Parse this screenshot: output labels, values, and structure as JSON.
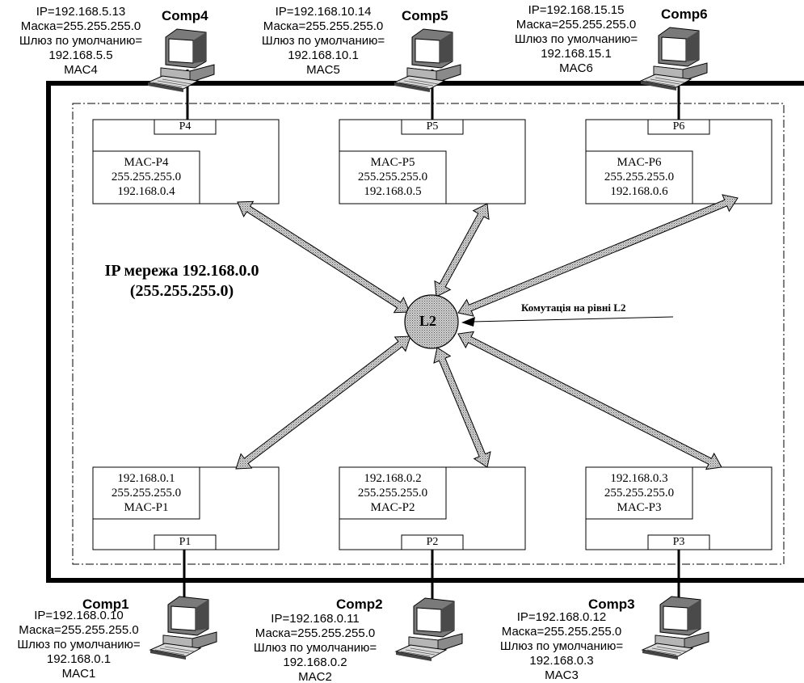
{
  "network": {
    "title_line1": "IP мережа 192.168.0.0",
    "title_line2": "(255.255.255.0)"
  },
  "hub": {
    "label": "L2",
    "callout": "Комутація на рівні L2"
  },
  "ports": {
    "p4": {
      "label": "P4",
      "lines": [
        "MAC-P4",
        "255.255.255.0",
        "192.168.0.4"
      ]
    },
    "p5": {
      "label": "P5",
      "lines": [
        "MAC-P5",
        "255.255.255.0",
        "192.168.0.5"
      ]
    },
    "p6": {
      "label": "P6",
      "lines": [
        "MAC-P6",
        "255.255.255.0",
        "192.168.0.6"
      ]
    },
    "p1": {
      "label": "P1",
      "lines": [
        "192.168.0.1",
        "255.255.255.0",
        "MAC-P1"
      ]
    },
    "p2": {
      "label": "P2",
      "lines": [
        "192.168.0.2",
        "255.255.255.0",
        "MAC-P2"
      ]
    },
    "p3": {
      "label": "P3",
      "lines": [
        "192.168.0.3",
        "255.255.255.0",
        "MAC-P3"
      ]
    }
  },
  "computers": {
    "comp4": {
      "name": "Comp4",
      "lines": [
        "IP=192.168.5.13",
        "Маска=255.255.255.0",
        "Шлюз по умолчанию=",
        "192.168.5.5",
        "MAC4"
      ]
    },
    "comp5": {
      "name": "Comp5",
      "lines": [
        "IP=192.168.10.14",
        "Маска=255.255.255.0",
        "Шлюз по умолчанию=",
        "192.168.10.1",
        "MAC5"
      ]
    },
    "comp6": {
      "name": "Comp6",
      "lines": [
        "IP=192.168.15.15",
        "Маска=255.255.255.0",
        "Шлюз по умолчанию=",
        "192.168.15.1",
        "MAC6"
      ]
    },
    "comp1": {
      "name": "Comp1",
      "lines": [
        "IP=192.168.0.10",
        "Маска=255.255.255.0",
        "Шлюз по умолчанию=",
        "192.168.0.1",
        "MAC1"
      ]
    },
    "comp2": {
      "name": "Comp2",
      "lines": [
        "IP=192.168.0.11",
        "Маска=255.255.255.0",
        "Шлюз по умолчанию=",
        "192.168.0.2",
        "MAC2"
      ]
    },
    "comp3": {
      "name": "Comp3",
      "lines": [
        "IP=192.168.0.12",
        "Маска=255.255.255.0",
        "Шлюз по умолчанию=",
        "192.168.0.3",
        "MAC3"
      ]
    }
  }
}
